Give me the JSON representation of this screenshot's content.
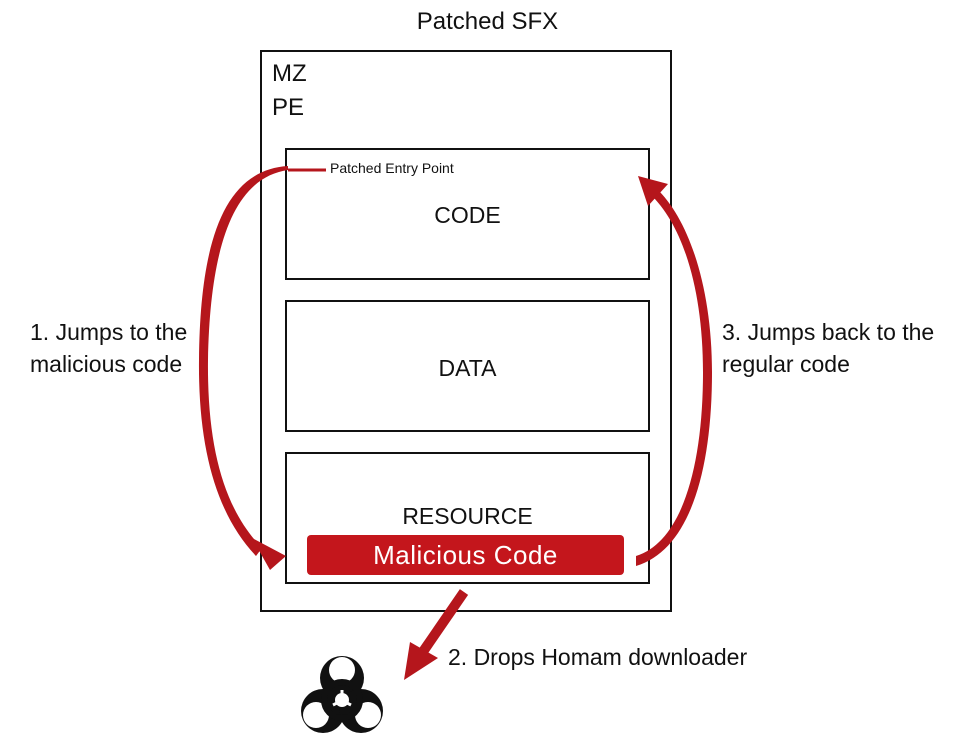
{
  "title": "Patched SFX",
  "headers": {
    "mz": "MZ",
    "pe": "PE"
  },
  "sections": {
    "code": "CODE",
    "data": "DATA",
    "resource": "RESOURCE"
  },
  "entry_point_label": "Patched Entry Point",
  "malicious_label": "Malicious Code",
  "steps": {
    "step1": "1. Jumps to the malicious code",
    "step2": "2. Drops Homam downloader",
    "step3": "3. Jumps back to the regular code"
  },
  "icons": {
    "payload": "biohazard-icon"
  },
  "colors": {
    "arrow": "#b5161c",
    "malicious_fill": "#c4161c",
    "outline": "#111111"
  }
}
